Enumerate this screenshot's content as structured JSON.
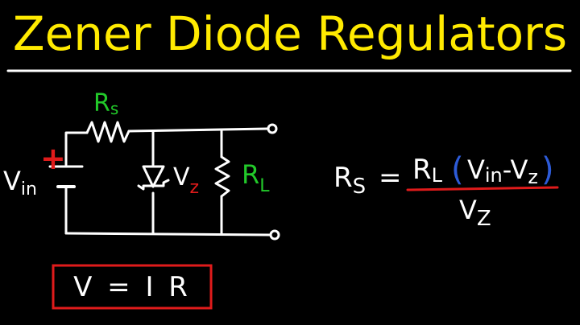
{
  "title": "Zener Diode Regulators",
  "colors": {
    "background": "#000000",
    "title": "#ffea00",
    "wire": "#ffffff",
    "green_label": "#22c92a",
    "red": "#e01b1b",
    "blue": "#2d5bd8"
  },
  "circuit": {
    "rs_label": "R",
    "rs_sub": "s",
    "rl_label": "R",
    "rl_sub": "L",
    "vz_label": "V",
    "vz_sub": "z",
    "vin_label": "V",
    "vin_sub": "in",
    "plus_sign": "+"
  },
  "formula": {
    "lhs": "R",
    "lhs_sub": "S",
    "equals": "=",
    "num_r": "R",
    "num_r_sub": "L",
    "open_paren": "(",
    "vin": "V",
    "vin_sub": "in",
    "minus": "-",
    "vz": "V",
    "vz_sub": "z",
    "close_paren": ")",
    "den": "V",
    "den_sub": "Z"
  },
  "ohms_law": {
    "text": "V = I R"
  }
}
